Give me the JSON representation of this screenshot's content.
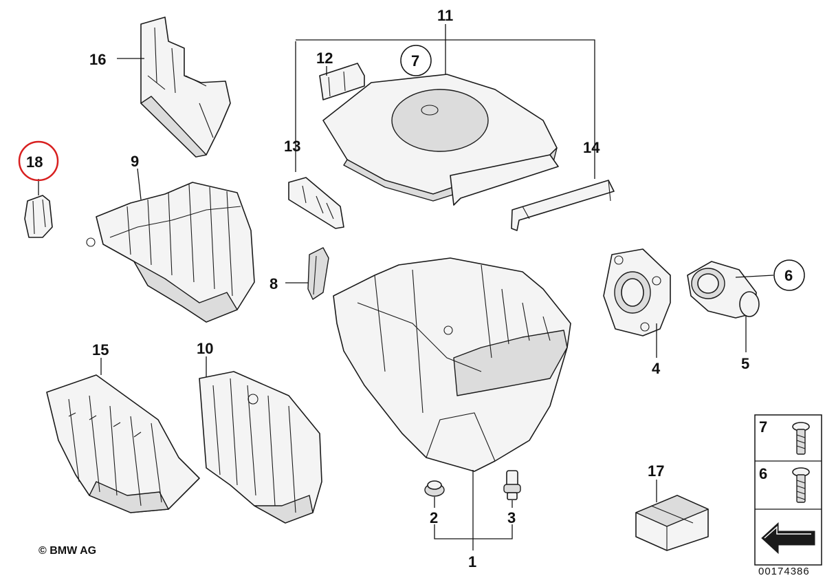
{
  "callouts": {
    "c1": "1",
    "c2": "2",
    "c3": "3",
    "c4": "4",
    "c5": "5",
    "c6": "6",
    "c7": "7",
    "c8": "8",
    "c9": "9",
    "c10": "10",
    "c11": "11",
    "c12": "12",
    "c13": "13",
    "c14": "14",
    "c15": "15",
    "c16": "16",
    "c17": "17",
    "c18": "18"
  },
  "legend": {
    "screw7": "7",
    "screw6": "6"
  },
  "highlight": {
    "part": "18",
    "color": "#d81f1f"
  },
  "footer": {
    "copyright": "© BMW AG",
    "document_number": "00174386"
  }
}
